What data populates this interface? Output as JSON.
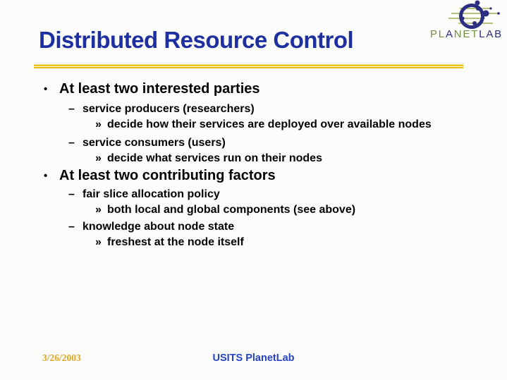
{
  "slide_title": "Distributed Resource Control",
  "logo": {
    "mark_icon": "planetlab-network-icon",
    "segments": [
      {
        "text": "PL",
        "color": "green"
      },
      {
        "text": "A",
        "color": "navy"
      },
      {
        "text": "NET",
        "color": "green"
      },
      {
        "text": "LAB",
        "color": "navy"
      }
    ]
  },
  "bullets": [
    {
      "level": 1,
      "marker": "•",
      "text": "At least two interested parties"
    },
    {
      "level": 2,
      "marker": "–",
      "text": "service producers (researchers)"
    },
    {
      "level": 3,
      "marker": "»",
      "text": "decide how their services are deployed over available nodes"
    },
    {
      "level": 2,
      "marker": "–",
      "text": "service consumers (users)"
    },
    {
      "level": 3,
      "marker": "»",
      "text": "decide what services run on their nodes"
    },
    {
      "level": 1,
      "marker": "•",
      "text": "At least two contributing factors"
    },
    {
      "level": 2,
      "marker": "–",
      "text": "fair slice allocation policy"
    },
    {
      "level": 3,
      "marker": "»",
      "text": "both local and global components (see above)"
    },
    {
      "level": 2,
      "marker": "–",
      "text": "knowledge about node state"
    },
    {
      "level": 3,
      "marker": "»",
      "text": "freshest at the node itself"
    }
  ],
  "footer": {
    "date": "3/26/2003",
    "title": "USITS PlanetLab"
  },
  "colors": {
    "title_blue": "#1E2FA2",
    "rule_gold": "#F2C30B",
    "date_gold": "#DFA521",
    "footer_blue": "#2443C9",
    "logo_navy": "#2B2E83",
    "logo_line_green": "#9EB054",
    "logo_green_text": "#6E9040",
    "body_text": "#000000"
  }
}
